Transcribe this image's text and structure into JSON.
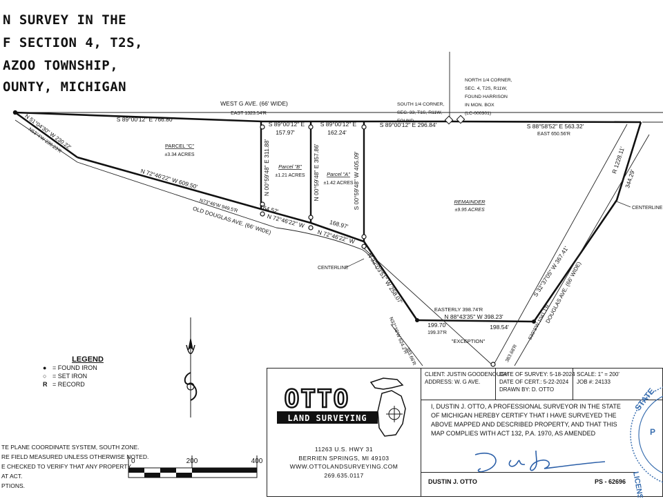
{
  "title_lines": [
    "N SURVEY IN THE",
    "F SECTION 4, T2S,",
    "AZOO TOWNSHIP,",
    "OUNTY, MICHIGAN"
  ],
  "roads": {
    "west_g_ave": "WEST G AVE. (66' WIDE)",
    "west_g_record": "EAST 1323.54'R",
    "old_douglas": "OLD DOUGLAS AVE. (66' WIDE)",
    "douglas": "DOUGLAS AVE. (66' WIDE)",
    "centerline_left": "CENTERLINE",
    "centerline_right": "CENTERLINE"
  },
  "corners": {
    "north_quarter": [
      "NORTH 1/4 CORNER,",
      "SEC. 4, T2S, R11W,",
      "FOUND HARRISON",
      "IN MON. BOX",
      "(LC-000301)"
    ],
    "south_quarter": [
      "SOUTH 1/4 CORNER,",
      "SEC. 33, T1S, R11W,",
      "FOUND"
    ]
  },
  "bearings": {
    "north_line_1": "S 89°00'12\" E 766.80'",
    "north_line_2": "S 89°00'12\" E",
    "north_line_2_dist": "157.97'",
    "north_line_3": "S 89°00'12\" E",
    "north_line_3_dist": "162.24'",
    "north_line_4": "S 89°00'12\" E 296.84'",
    "north_line_5": "S 88°58'52\" E 563.32'",
    "north_line_5_record": "EAST 650.56'R",
    "west_diag_1": "N 51°04'30\" W 230.22'",
    "west_diag_1_record": "N53°4'W 230.23'R",
    "south_line_c": "N 72°46'22\" W 609.50'",
    "south_line_c_record": "N73°46'W 949.5'R",
    "parcel_b_east": "N 00°59'48\" E 311.88'",
    "parcel_a_east": "N 00°59'48\" E 357.86'",
    "parcel_a_west": "S 00°59'48\" W 405.09'",
    "south_line_b": "N 72°46'22\" W",
    "south_line_b_dist": "164.52'",
    "south_line_a": "N 72°46'22\" W",
    "south_line_a_dist": "168.97'",
    "remainder_sw": "N 32°03'51\" W 258.07'",
    "remainder_sw_record": "N32°38'W 624.2'R",
    "remainder_sw_record2": "383.66'R",
    "exception_north": "N 88°43'35\" W 398.23'",
    "exception_north_record": "EASTERLY 398.74'R",
    "exception_seg1": "199.70'",
    "exception_seg1_record": "199.37'R",
    "exception_seg2": "198.54'",
    "douglas_east": "S 32°37'05\" W 367.41'",
    "douglas_east_record": "S30°9'W 1041.1'R",
    "douglas_record2": "383.68'R",
    "east_record": "R 1228.11'",
    "east_dist": "344.29'"
  },
  "parcels": {
    "c_name": "PARCEL \"C\"",
    "c_area": "±3.34 ACRES",
    "b_name": "Parcel \"B\"",
    "b_area": "±1.21 ACRES",
    "a_name": "Parcel \"A\"",
    "a_area": "±1.42 ACRES",
    "remainder_name": "REMAINDER",
    "remainder_area": "±9.95 ACRES",
    "exception": "\"EXCEPTION\""
  },
  "legend": {
    "heading": "LEGEND",
    "items": [
      {
        "sym": "●",
        "text": "= FOUND IRON"
      },
      {
        "sym": "○",
        "text": "= SET IRON"
      },
      {
        "sym": "R",
        "text": "= RECORD"
      }
    ]
  },
  "notes": [
    "TE PLANE COORDINATE SYSTEM, SOUTH ZONE.",
    "RE FIELD MEASURED UNLESS OTHERWISE NOTED.",
    "E CHECKED TO VERIFY THAT ANY PROPERTY",
    "AT ACT.",
    "PTIONS."
  ],
  "scale_bar": {
    "ticks": [
      "0",
      "200",
      "400"
    ]
  },
  "title_block": {
    "client": "CLIENT: JUSTIN GOODENOUGH",
    "address": "ADDRESS: W. G AVE.",
    "date_survey": "DATE OF SURVEY: 5-18-2024",
    "date_cert": "DATE OF CERT.: 5-22-2024",
    "drawn_by": "DRAWN BY: D. OTTO",
    "scale": "SCALE: 1\" = 200'",
    "job": "JOB #: 24133",
    "company_top": "OTTO",
    "company_bottom": "LAND SURVEYING",
    "address_lines": [
      "11263 U.S. HWY 31",
      "BERRIEN SPRINGS, MI 49103",
      "WWW.OTTOLANDSURVEYING.COM",
      "269.635.0117"
    ],
    "certification": "I, DUSTIN J. OTTO, A PROFESSIONAL SURVEYOR IN THE STATE OF MICHIGAN HEREBY CERTIFY THAT I HAVE SURVEYED THE ABOVE MAPPED AND DESCRIBED PROPERTY, AND THAT THIS MAP COMPLIES WITH ACT 132, P.A. 1970, AS AMENDED",
    "surveyor": "DUSTIN J. OTTO",
    "ps_number": "PS - 62696",
    "seal_text": [
      "STATE",
      "LICENSED",
      "P"
    ]
  },
  "colors": {
    "ink": "#111111",
    "signature": "#2b5fa8",
    "seal": "#3a6fb0"
  }
}
